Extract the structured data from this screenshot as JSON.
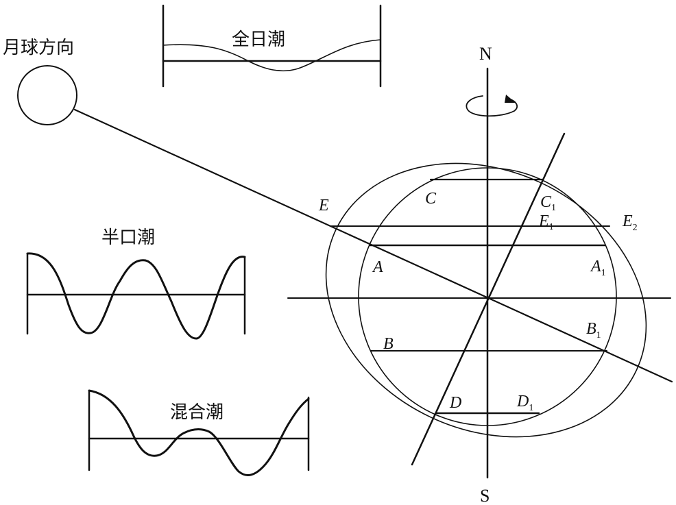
{
  "moon": {
    "label": "月球方向"
  },
  "waves": {
    "diurnal": {
      "label": "全日潮"
    },
    "semidiurnal": {
      "label": "半口潮"
    },
    "mixed": {
      "label": "混合潮"
    }
  },
  "axis": {
    "north": "N",
    "south": "S"
  },
  "points": {
    "E": "E",
    "C": "C",
    "A": "A",
    "B": "B",
    "D": "D",
    "C1": "C",
    "C1_sub": "1",
    "E1": "E",
    "E1_sub": "1",
    "E2": "E",
    "E2_sub": "2",
    "A1": "A",
    "A1_sub": "1",
    "B1": "B",
    "B1_sub": "1",
    "D1": "D",
    "D1_sub": "1"
  }
}
